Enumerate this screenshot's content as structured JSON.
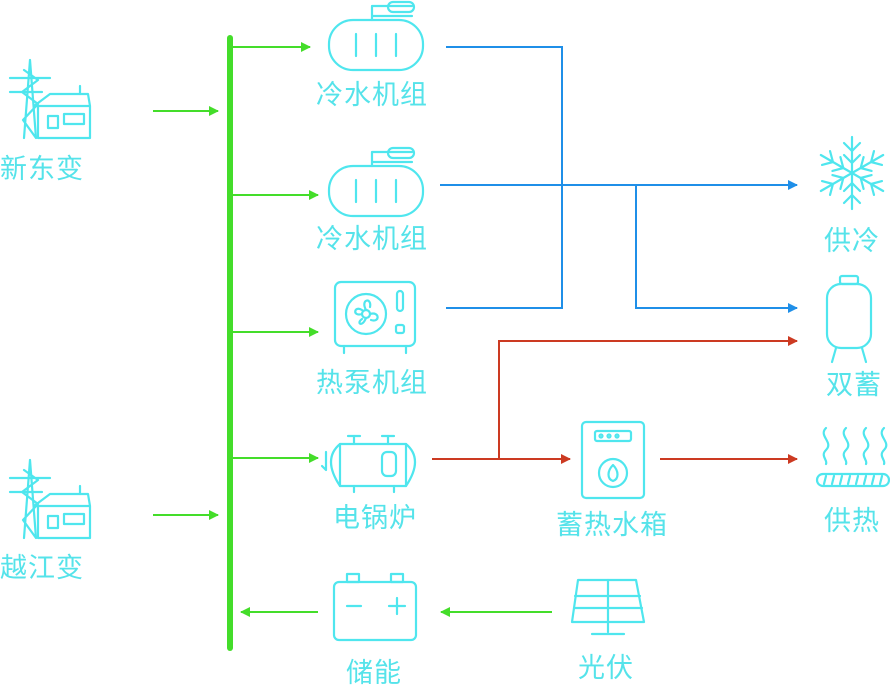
{
  "colors": {
    "icon": "#4fe6ee",
    "label": "#55e3ea",
    "bus": "#44dd2a",
    "cold": "#1f8fe8",
    "heat": "#cc3a22"
  },
  "sources": [
    {
      "label": "新东变",
      "icon": "substation-icon"
    },
    {
      "label": "越江变",
      "icon": "substation-icon"
    }
  ],
  "units": [
    {
      "label": "冷水机组",
      "icon": "chiller-icon"
    },
    {
      "label": "冷水机组",
      "icon": "chiller-icon"
    },
    {
      "label": "热泵机组",
      "icon": "heat-pump-icon"
    },
    {
      "label": "电锅炉",
      "icon": "electric-boiler-icon"
    },
    {
      "label": "储能",
      "icon": "battery-icon"
    }
  ],
  "storage": {
    "label": "蓄热水箱",
    "icon": "water-tank-icon"
  },
  "solar": {
    "label": "光伏",
    "icon": "solar-panel-icon"
  },
  "outputs": [
    {
      "label": "供冷",
      "icon": "snowflake-icon"
    },
    {
      "label": "双蓄",
      "icon": "dual-storage-tank-icon"
    },
    {
      "label": "供热",
      "icon": "heating-icon"
    }
  ]
}
